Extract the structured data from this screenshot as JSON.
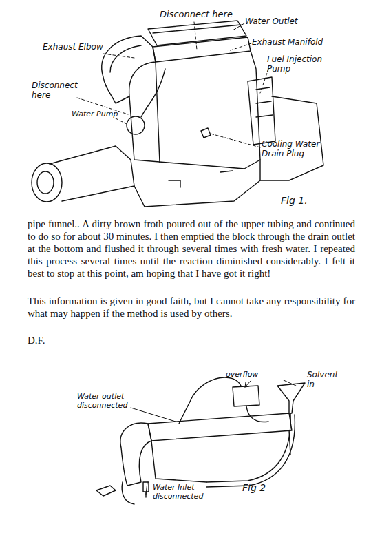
{
  "diagram": {
    "labels": [
      "Disconnect here",
      "Water Outlet",
      "Exhaust Elbow",
      "Exhaust Manifold",
      "Fuel Injection Pump",
      "Disconnect here",
      "Water Pump",
      "Cooling Water Drain Plug",
      "Fig 1.",
      "pipe funnel.. A dirty brown froth poured out of the upper tubing and continued to do so for about 30 minutes. I then emptied the block through the drain outlet at the bottom and flushed it through several times with fresh water. I repeated this process several times until the reaction diminished considerably. I felt it best to stop at this point, am hoping that I have got it right!",
      "This information is given in good faith, but I cannot take any responsibility for what may happen if the method is used by others.",
      "D.F.",
      "overflow",
      "Solvent in",
      "Water outlet disconnected",
      "Water Inlet disconnected",
      "Fig 2"
    ]
  }
}
